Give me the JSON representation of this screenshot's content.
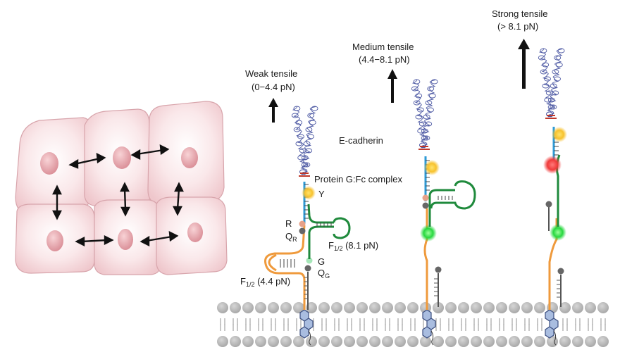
{
  "labels": {
    "weak_title": "Weak tensile",
    "weak_range": "(0−4.4 pN)",
    "medium_title": "Medium tensile",
    "medium_range": "(4.4−8.1 pN)",
    "strong_title": "Strong tensile",
    "strong_range": "(> 8.1 pN)",
    "ecadherin": "E-cadherin",
    "protein_g": "Protein G:Fc complex",
    "y": "Y",
    "r": "R",
    "q": "Q",
    "qr_sub": "R",
    "g": "G",
    "qg_sub": "G",
    "f": "F",
    "f_sub": "1/2",
    "f_high_value": " (8.1 pN)",
    "f_low_value": " (4.4 pN)"
  },
  "colors": {
    "cell_fill": "#f7dde0",
    "cell_edge": "#d49ca4",
    "nucleus": "#e7a6ad",
    "arrow": "#111111",
    "linker_blue": "#2f9bd6",
    "strand_green": "#1f8a3c",
    "strand_orange": "#ef9a3c",
    "dye_yellow": "#f7c22e",
    "dye_red": "#f04343",
    "dye_green": "#33e04a",
    "quencher": "#666666",
    "dye_r": "#e6a189",
    "dye_g": "#a6e6b8",
    "lipid": "#b8b8b8",
    "cholesterol": "#9fb4d8",
    "protein": "#5a63a8"
  },
  "icons": {
    "force_arrow": "up-arrow-icon",
    "membrane": "lipid-bilayer",
    "ecadherin": "protein-ribbon",
    "cholesterol": "cholesterol-anchor"
  }
}
